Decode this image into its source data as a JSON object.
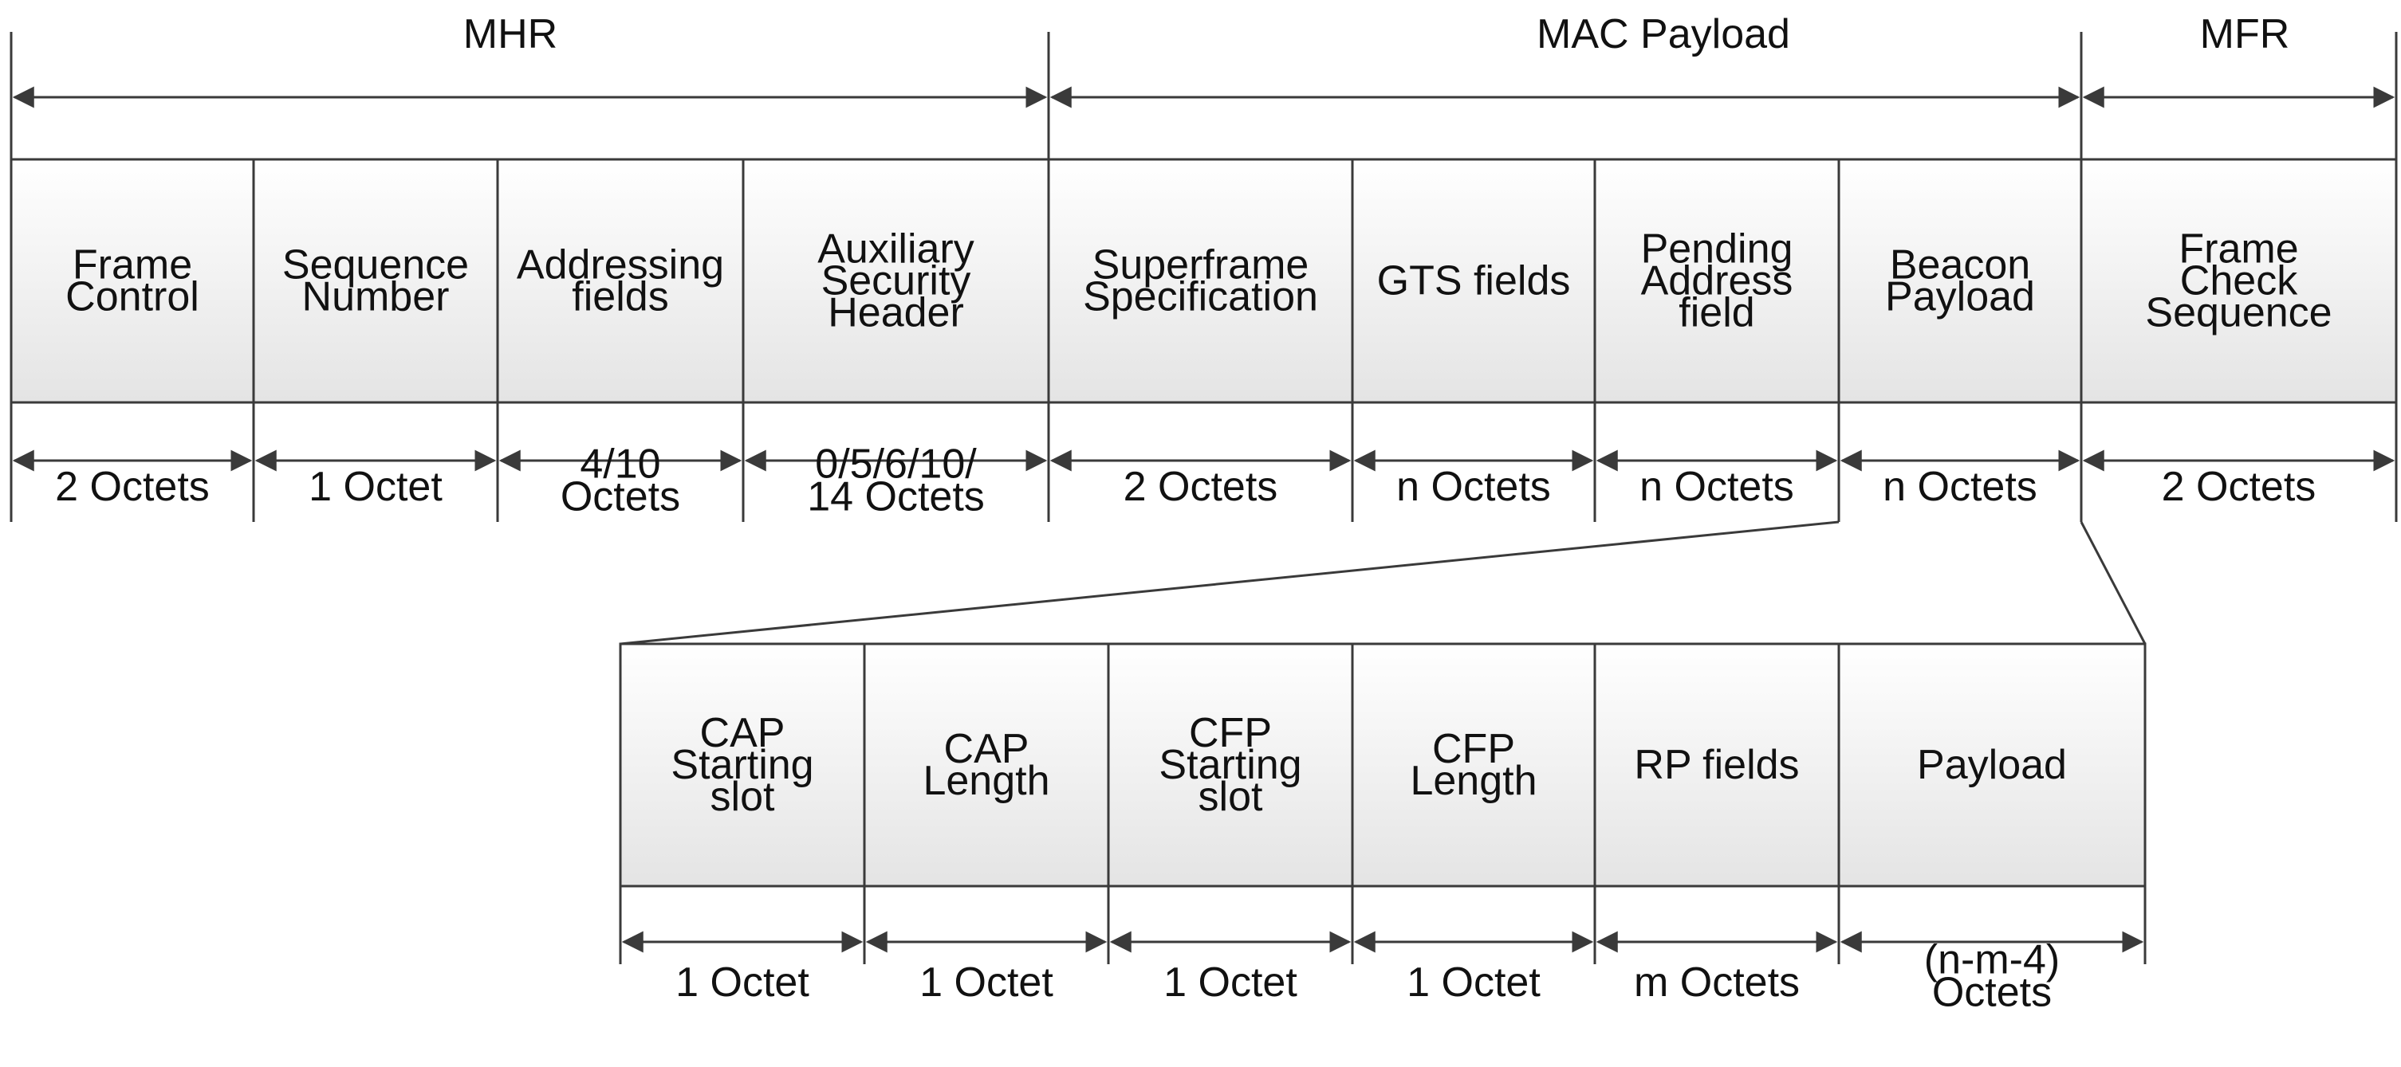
{
  "groups": {
    "mhr": "MHR",
    "mac_payload": "MAC Payload",
    "mfr": "MFR"
  },
  "top_fields": [
    {
      "lines": [
        "Frame",
        "Control"
      ],
      "size": [
        "2 Octets"
      ]
    },
    {
      "lines": [
        "Sequence",
        "Number"
      ],
      "size": [
        "1 Octet"
      ]
    },
    {
      "lines": [
        "Addressing",
        "fields"
      ],
      "size": [
        "4/10",
        "Octets"
      ]
    },
    {
      "lines": [
        "Auxiliary",
        "Security",
        "Header"
      ],
      "size": [
        "0/5/6/10/",
        "14 Octets"
      ]
    },
    {
      "lines": [
        "Superframe",
        "Specification"
      ],
      "size": [
        "2 Octets"
      ]
    },
    {
      "lines": [
        "GTS fields"
      ],
      "size": [
        "n Octets"
      ]
    },
    {
      "lines": [
        "Pending",
        "Address",
        "field"
      ],
      "size": [
        "n Octets"
      ]
    },
    {
      "lines": [
        "Beacon",
        "Payload"
      ],
      "size": [
        "n Octets"
      ]
    },
    {
      "lines": [
        "Frame",
        "Check",
        "Sequence"
      ],
      "size": [
        "2 Octets"
      ]
    }
  ],
  "bottom_fields": [
    {
      "lines": [
        "CAP",
        "Starting",
        "slot"
      ],
      "size": [
        "1 Octet"
      ]
    },
    {
      "lines": [
        "CAP",
        "Length"
      ],
      "size": [
        "1 Octet"
      ]
    },
    {
      "lines": [
        "CFP",
        "Starting",
        "slot"
      ],
      "size": [
        "1 Octet"
      ]
    },
    {
      "lines": [
        "CFP",
        "Length"
      ],
      "size": [
        "1 Octet"
      ]
    },
    {
      "lines": [
        "RP fields"
      ],
      "size": [
        "m Octets"
      ]
    },
    {
      "lines": [
        "Payload"
      ],
      "size": [
        "(n-m-4)",
        "Octets"
      ]
    }
  ],
  "colors": {
    "cell_top": "#ffffff",
    "cell_bottom": "#e6e6e6",
    "stroke": "#3a3a3a",
    "text": "#111111"
  }
}
